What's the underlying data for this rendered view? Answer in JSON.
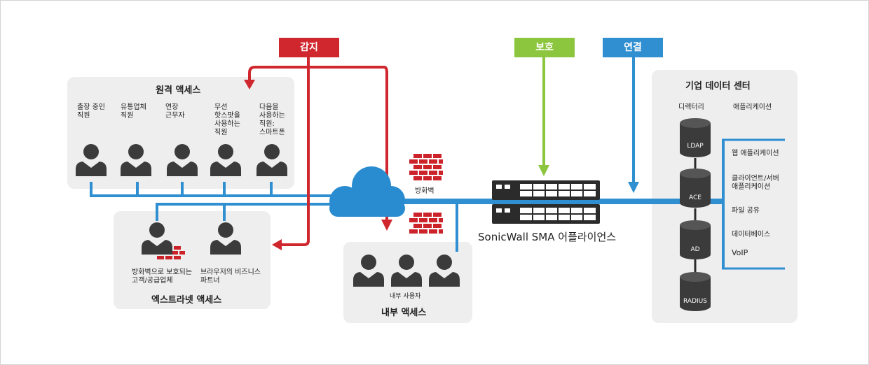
{
  "labels": {
    "detect": "감지",
    "protect": "보호",
    "connect": "연결"
  },
  "remote": {
    "title": "원격 액세스",
    "users": [
      "출장 중인\n직원",
      "유통업체\n직원",
      "연장\n근무자",
      "무선\n핫스팟을\n사용하는\n직원",
      "다음을\n사용하는\n직원:\n스마트폰"
    ]
  },
  "extranet": {
    "title": "엑스트라넷 액세스",
    "users": [
      "방화벽으로 보호되는\n고객/공급업체",
      "브라우저의 비즈니스\n파트너"
    ]
  },
  "internal": {
    "title": "내부 액세스",
    "caption": "내부 사용자"
  },
  "firewall": {
    "label": "방화벽"
  },
  "appliance": {
    "label": "SonicWall SMA 어플라이언스"
  },
  "datacenter": {
    "title": "기업 데이터 센터",
    "col_directory": "디렉터리",
    "col_apps": "애플리케이션",
    "directories": [
      "LDAP",
      "ACE",
      "AD",
      "RADIUS"
    ],
    "apps": [
      "웹 애플리케이션",
      "클라이언트/서버\n애플리케이션",
      "파일 공유",
      "데이터베이스",
      "VoIP"
    ]
  },
  "colors": {
    "detect": "#d0262e",
    "protect": "#8cc63f",
    "connect": "#2f8fd1",
    "person": "#3b3b3b",
    "firewall": "#cc2229",
    "panel": "#eeeeef"
  }
}
